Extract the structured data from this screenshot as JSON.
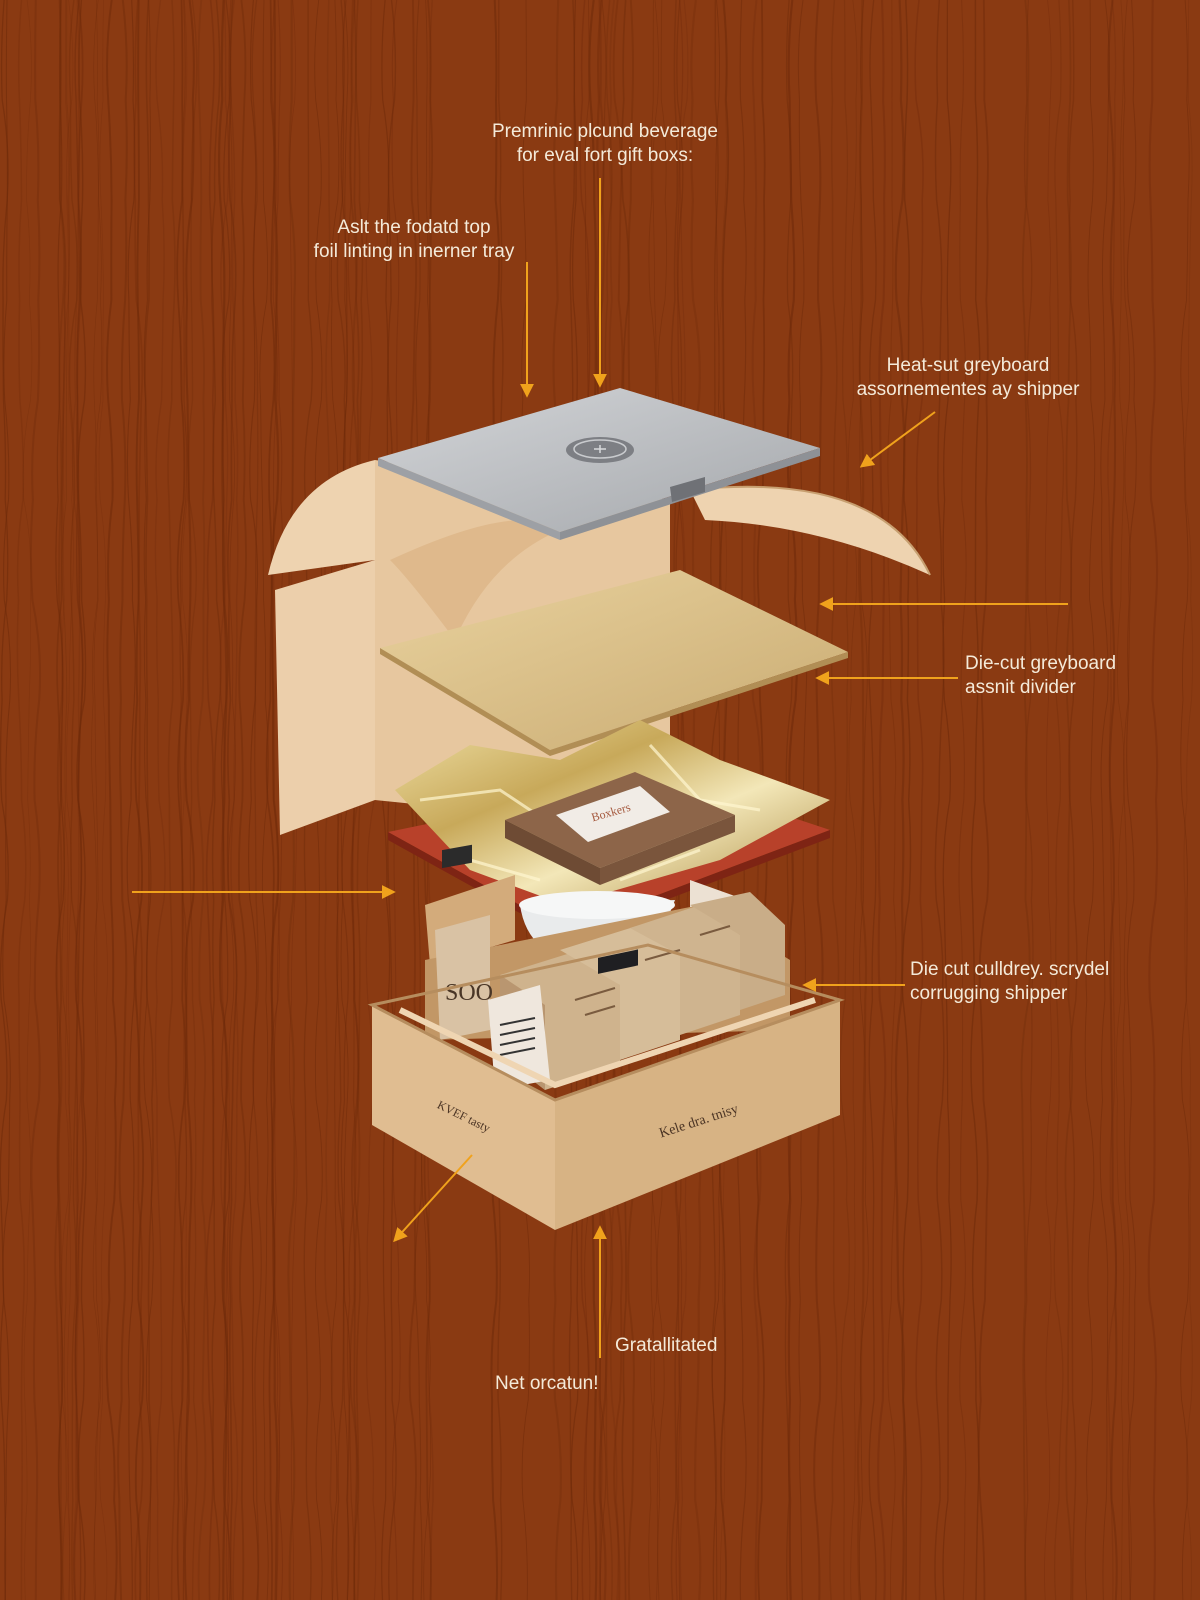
{
  "theme": {
    "background": "#8a3a12",
    "grain": "#6e2a0a",
    "arrow": "#f0a21c",
    "label": "#f4ead9",
    "kraft": "#e2bf93",
    "kraft_shade": "#caa073",
    "lid": "#b9bbbf",
    "foil": "#d9c27a",
    "red_tray": "#b8412a"
  },
  "callouts": {
    "top": {
      "line1": "Premrinic plcund beverage",
      "line2": "for eval fort gift boxs:"
    },
    "upper_left": {
      "line1": "Aslt the fodatd top",
      "line2": "foil linting in inerner tray"
    },
    "upper_right": {
      "line1": "Heat-sut greyboard",
      "line2": "assornementes ay shipper"
    },
    "mid_right": {
      "line1": "Die-cut greyboard",
      "line2": "assnit divider"
    },
    "lower_right": {
      "line1": "Die cut culldrey. scrydel",
      "line2": "corrugging shipper"
    },
    "bottom_a": "Gratallitated",
    "bottom_b": "Net orcatun!"
  },
  "product": {
    "wrapped_label": "Boxkers",
    "box_front_label": "Kele dra. tnisy",
    "box_side_label": "KVEF tasty",
    "inner_box_text": "SOO"
  },
  "icons": [
    "lid-emblem-icon",
    "wrapped-chocolate-icon",
    "coffee-bowl-icon"
  ]
}
